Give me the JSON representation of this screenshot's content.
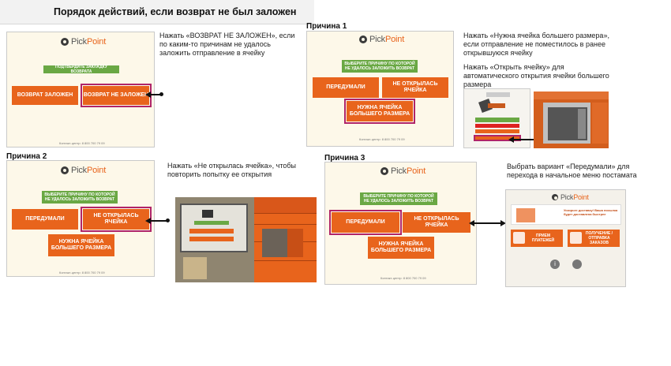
{
  "page": {
    "title": "Порядок действий, если возврат не был заложен"
  },
  "brand": {
    "name_prefix": "Pick",
    "name_suffix": "Point",
    "accent": "#e8641c",
    "green": "#6aa844",
    "highlight": "#b02468"
  },
  "sections": {
    "main": {
      "note": "Нажать «ВОЗВРАТ НЕ ЗАЛОЖЕН», если по каким-то причинам не удалось заложить отправление в ячейку",
      "prompt": "ПОДТВЕРДИТЕ ЗАКЛАДКУ ВОЗВРАТА",
      "btn_left": "ВОЗВРАТ ЗАЛОЖЕН",
      "btn_right": "ВОЗВРАТ НЕ ЗАЛОЖЕН",
      "contact": "Контакт-центр: 8 800 700 79 09"
    },
    "reason1": {
      "label": "Причина 1",
      "note1": "Нажать «Нужна ячейка большего размера», если отправление не поместилось в ранее открывшуюся ячейку",
      "note2": "Нажать «Открыть ячейку» для автоматического открытия ячейки большего размера",
      "prompt": "ВЫБЕРИТЕ ПРИЧИНУ ПО КОТОРОЙ НЕ УДАЛОСЬ ЗАЛОЖИТЬ ВОЗВРАТ",
      "btn_a": "ПЕРЕДУМАЛИ",
      "btn_b": "НЕ ОТКРЫЛАСЬ ЯЧЕЙКА",
      "btn_c": "НУЖНА ЯЧЕЙКА БОЛЬШЕГО РАЗМЕРА",
      "contact": "Контакт-центр: 8 800 700 79 09"
    },
    "reason2": {
      "label": "Причина 2",
      "note": "Нажать «Не открылась ячейка», чтобы повторить попытку ее открытия",
      "prompt": "ВЫБЕРИТЕ ПРИЧИНУ ПО КОТОРОЙ НЕ УДАЛОСЬ ЗАЛОЖИТЬ ВОЗВРАТ",
      "btn_a": "ПЕРЕДУМАЛИ",
      "btn_b": "НЕ ОТКРЫЛАСЬ ЯЧЕЙКА",
      "btn_c": "НУЖНА ЯЧЕЙКА БОЛЬШЕГО РАЗМЕРА",
      "contact": "Контакт-центр: 8 800 700 79 09"
    },
    "reason3": {
      "label": "Причина 3",
      "note": "Выбрать вариант «Передумали» для перехода в начальное меню постамата",
      "prompt": "ВЫБЕРИТЕ ПРИЧИНУ ПО КОТОРОЙ НЕ УДАЛОСЬ ЗАЛОЖИТЬ ВОЗВРАТ",
      "btn_a": "ПЕРЕДУМАЛИ",
      "btn_b": "НЕ ОТКРЫЛАСЬ ЯЧЕЙКА",
      "btn_c": "НУЖНА ЯЧЕЙКА БОЛЬШЕГО РАЗМЕРА",
      "contact": "Контакт-центр: 8 800 700 79 09"
    },
    "home": {
      "tagline": "Ускорьте доставку! Ваша посылка будет доставлена быстрее",
      "btn_left": "ПРИЕМ ПЛАТЕЖЕЙ",
      "btn_right": "ПОЛУЧЕНИЕ / ОТПРАВКА ЗАКАЗОВ"
    }
  }
}
